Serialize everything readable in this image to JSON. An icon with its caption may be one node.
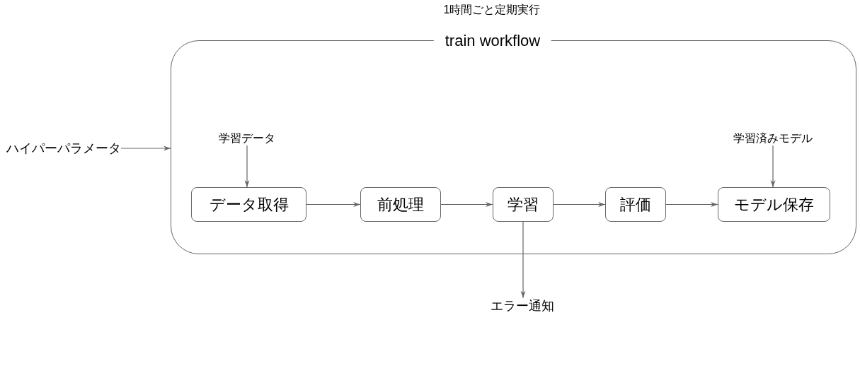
{
  "diagram": {
    "title": "1時間ごと定期実行",
    "nodes": [
      {
        "text": [
          "ハイパーパラメータ"
        ]
      },
      {
        "text": [
          "train workflow"
        ]
      },
      {
        "text": [
          "学習データ"
        ],
        "in": 1
      },
      {
        "text": [
          "学習済みモデル"
        ],
        "in": 1
      },
      {
        "text": [
          "データ取得"
        ],
        "in": 1
      },
      {
        "text": [
          "前処理"
        ],
        "in": 1
      },
      {
        "text": [
          "学習"
        ],
        "in": 1
      },
      {
        "text": [
          "評価"
        ],
        "in": 1
      },
      {
        "text": [
          "モデル保存"
        ],
        "in": 1
      },
      {
        "text": [
          "エラー通知"
        ]
      }
    ],
    "edges": [
      {
        "from": 0,
        "to": 1,
        "arrow": "to"
      },
      {
        "from": 2,
        "to": 4,
        "arrow": "to"
      },
      {
        "from": 3,
        "to": 8,
        "arrow": "to"
      },
      {
        "from": 4,
        "to": 5,
        "arrow": "to"
      },
      {
        "from": 5,
        "to": 6,
        "arrow": "to"
      },
      {
        "from": 6,
        "to": 7,
        "arrow": "to"
      },
      {
        "from": 7,
        "to": 8,
        "arrow": "to"
      },
      {
        "from": 6,
        "to": 9,
        "arrow": "to"
      }
    ]
  }
}
